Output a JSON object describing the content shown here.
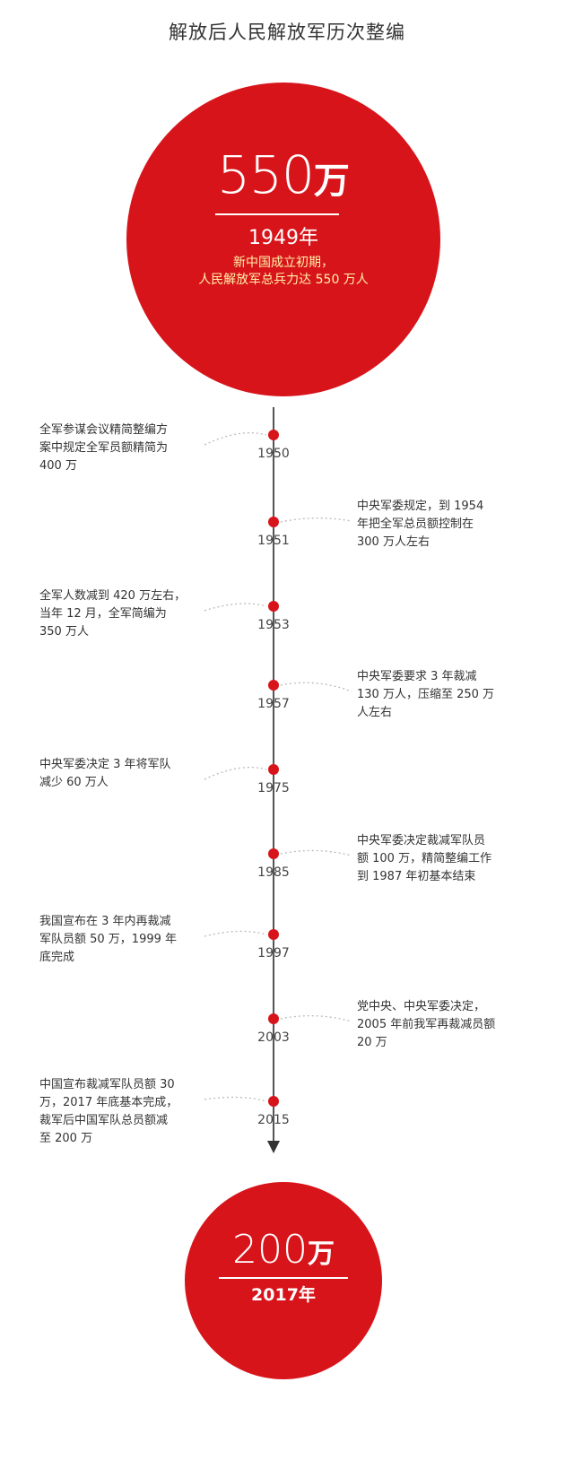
{
  "title": "解放后人民解放军历次整编",
  "start": {
    "value": "550",
    "unit": "万",
    "year": "1949年",
    "desc_line1": "新中国成立初期，",
    "desc_line2": "人民解放军总兵力达 550 万人"
  },
  "events": [
    {
      "year": "1950",
      "side": "left",
      "lines": [
        "全军参谋会议精简整编方",
        "案中规定全军员额精简为",
        "400 万"
      ]
    },
    {
      "year": "1951",
      "side": "right",
      "lines": [
        "中央军委规定，到 1954",
        "年把全军总员额控制在",
        "300 万人左右"
      ]
    },
    {
      "year": "1953",
      "side": "left",
      "lines": [
        "全军人数减到 420 万左右，",
        "当年 12 月，全军简编为",
        "350 万人"
      ]
    },
    {
      "year": "1957",
      "side": "right",
      "lines": [
        "中央军委要求 3 年裁减",
        "130 万人，压缩至 250 万",
        "人左右"
      ]
    },
    {
      "year": "1975",
      "side": "left",
      "lines": [
        "中央军委决定 3 年将军队",
        "减少 60 万人"
      ]
    },
    {
      "year": "1985",
      "side": "right",
      "lines": [
        "中央军委决定裁减军队员",
        "额 100 万，精简整编工作",
        "到 1987 年初基本结束"
      ]
    },
    {
      "year": "1997",
      "side": "left",
      "lines": [
        "我国宣布在 3 年内再裁减",
        "军队员额 50 万，1999 年",
        "底完成"
      ]
    },
    {
      "year": "2003",
      "side": "right",
      "lines": [
        "党中央、中央军委决定，",
        "2005 年前我军再裁减员额",
        "20 万"
      ]
    },
    {
      "year": "2015",
      "side": "left",
      "lines": [
        "中国宣布裁减军队员额 30",
        "万，2017 年底基本完成，",
        "裁军后中国军队总员额减",
        "至 200 万"
      ]
    }
  ],
  "end": {
    "value": "200",
    "unit": "万",
    "year": "2017年"
  },
  "colors": {
    "accent": "#d8141b",
    "desc_text": "#fff2a8",
    "axis": "#555555",
    "connector": "#bbbbbb"
  }
}
